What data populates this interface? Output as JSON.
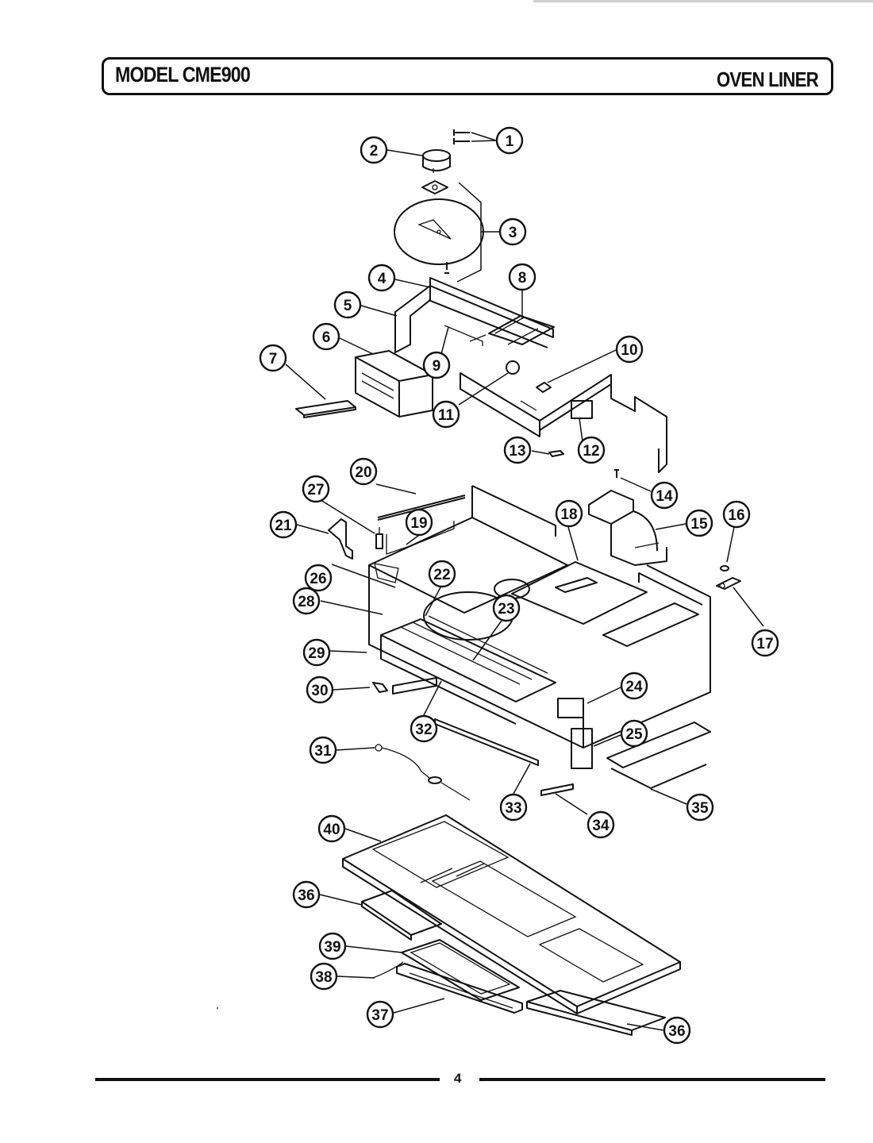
{
  "header": {
    "model_label": "MODEL CME900",
    "section_label": "OVEN LINER"
  },
  "callouts": [
    "1",
    "2",
    "3",
    "4",
    "5",
    "6",
    "7",
    "8",
    "9",
    "10",
    "11",
    "12",
    "13",
    "14",
    "15",
    "16",
    "17",
    "18",
    "19",
    "20",
    "21",
    "22",
    "23",
    "24",
    "25",
    "26",
    "27",
    "28",
    "29",
    "30",
    "31",
    "32",
    "33",
    "34",
    "35",
    "36",
    "37",
    "38",
    "39",
    "40"
  ],
  "footer": {
    "page_number": "4"
  }
}
